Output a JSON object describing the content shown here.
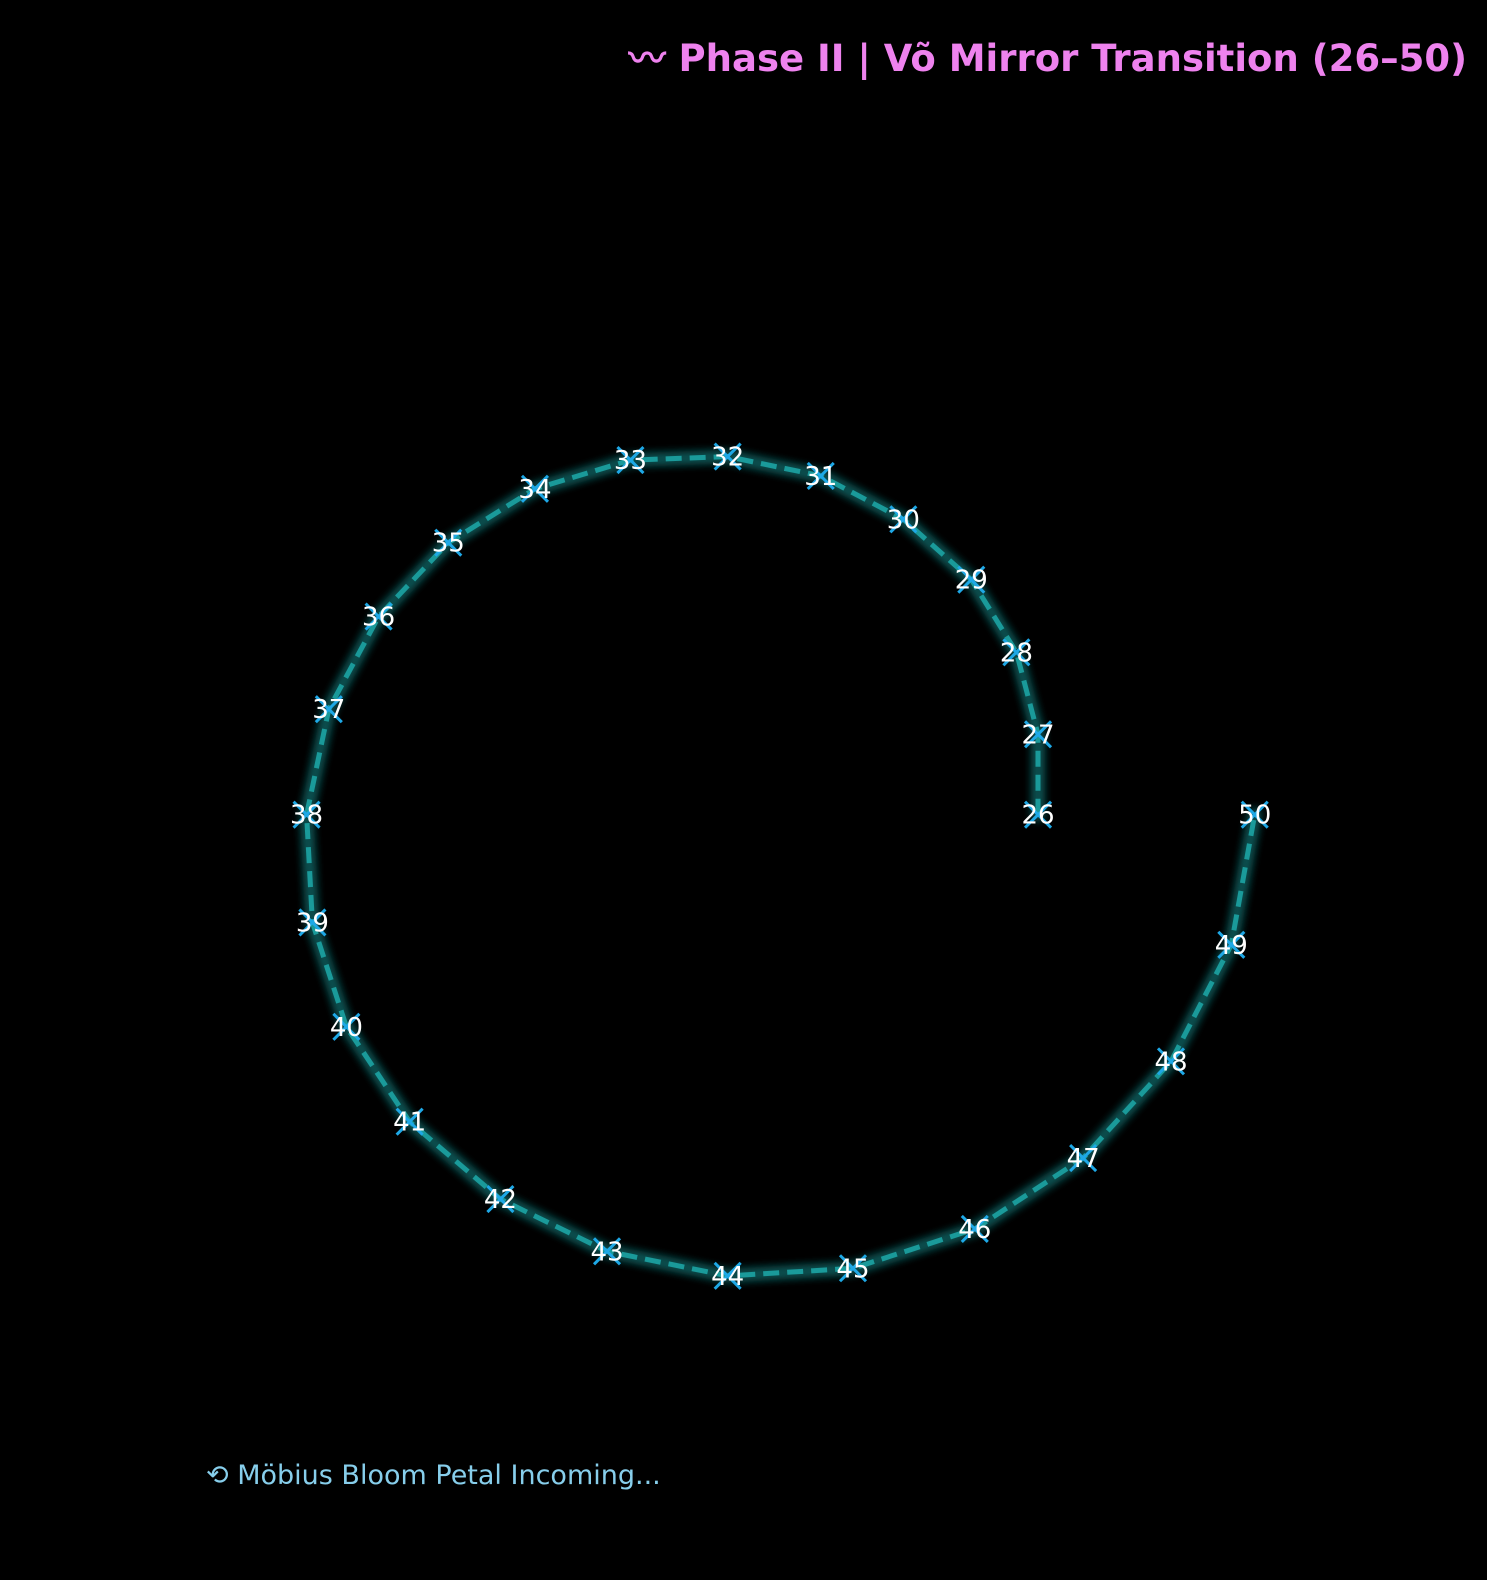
{
  "chart_data": {
    "type": "line",
    "title": "〰 Phase II | Võ Mirror Transition (26–50)",
    "annotation": "⟲ Möbius Bloom Petal Incoming...",
    "marker": "x",
    "line_style": "dashed-glow",
    "grid": false,
    "axes_visible": false,
    "colors": {
      "background": "#000000",
      "title": "#ee82ee",
      "line": "#1a9a9a",
      "glow": "#0c5a5a",
      "marker": "#1ea8e6",
      "label": "#ffffff",
      "annotation": "#87ceeb"
    },
    "xlim": [
      -1.0,
      1.3
    ],
    "ylim": [
      -1.05,
      1.1
    ],
    "points": [
      {
        "label": "26",
        "x": 0.6,
        "y": 0.0
      },
      {
        "label": "27",
        "x": 0.6,
        "y": 0.137
      },
      {
        "label": "28",
        "x": 0.563,
        "y": 0.277
      },
      {
        "label": "29",
        "x": 0.486,
        "y": 0.401
      },
      {
        "label": "30",
        "x": 0.37,
        "y": 0.504
      },
      {
        "label": "31",
        "x": 0.229,
        "y": 0.578
      },
      {
        "label": "32",
        "x": 0.07,
        "y": 0.611
      },
      {
        "label": "33",
        "x": -0.096,
        "y": 0.605
      },
      {
        "label": "34",
        "x": -0.259,
        "y": 0.556
      },
      {
        "label": "35",
        "x": -0.407,
        "y": 0.464
      },
      {
        "label": "36",
        "x": -0.526,
        "y": 0.338
      },
      {
        "label": "37",
        "x": -0.611,
        "y": 0.18
      },
      {
        "label": "38",
        "x": -0.649,
        "y": 0.0
      },
      {
        "label": "39",
        "x": -0.639,
        "y": -0.184
      },
      {
        "label": "40",
        "x": -0.581,
        "y": -0.362
      },
      {
        "label": "41",
        "x": -0.473,
        "y": -0.524
      },
      {
        "label": "42",
        "x": -0.318,
        "y": -0.656
      },
      {
        "label": "43",
        "x": -0.136,
        "y": -0.745
      },
      {
        "label": "44",
        "x": 0.07,
        "y": -0.787
      },
      {
        "label": "45",
        "x": 0.284,
        "y": -0.774
      },
      {
        "label": "46",
        "x": 0.492,
        "y": -0.707
      },
      {
        "label": "47",
        "x": 0.677,
        "y": -0.586
      },
      {
        "label": "48",
        "x": 0.827,
        "y": -0.421
      },
      {
        "label": "49",
        "x": 0.93,
        "y": -0.222
      },
      {
        "label": "50",
        "x": 0.97,
        "y": 0.0
      }
    ]
  }
}
